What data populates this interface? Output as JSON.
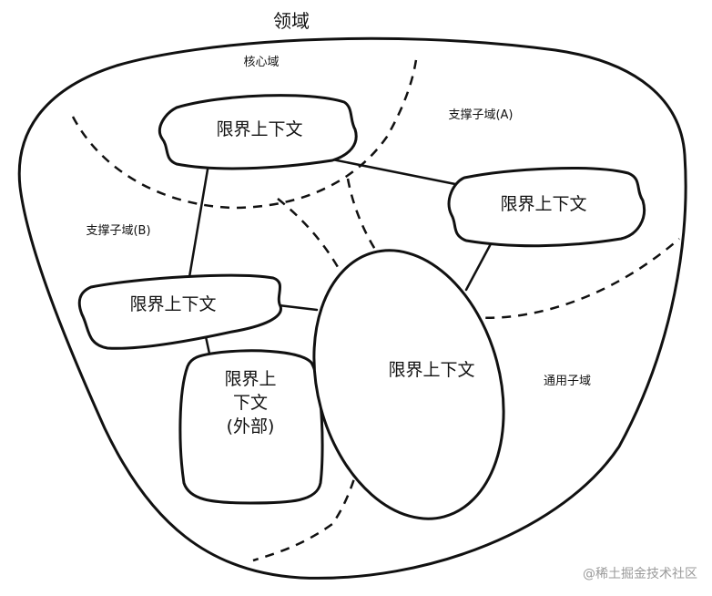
{
  "domain": {
    "title": "领域"
  },
  "subdomains": {
    "core": "核心域",
    "support_a": "支撑子域(A)",
    "support_b": "支撑子域(B)",
    "generic": "通用子域"
  },
  "contexts": {
    "core": "限界上下文",
    "support_a": "限界上下文",
    "support_b": "限界上下文",
    "generic": "限界上下文",
    "external_lines": [
      "限界上",
      "下文",
      "(外部)"
    ]
  },
  "watermark": "@稀土掘金技术社区"
}
